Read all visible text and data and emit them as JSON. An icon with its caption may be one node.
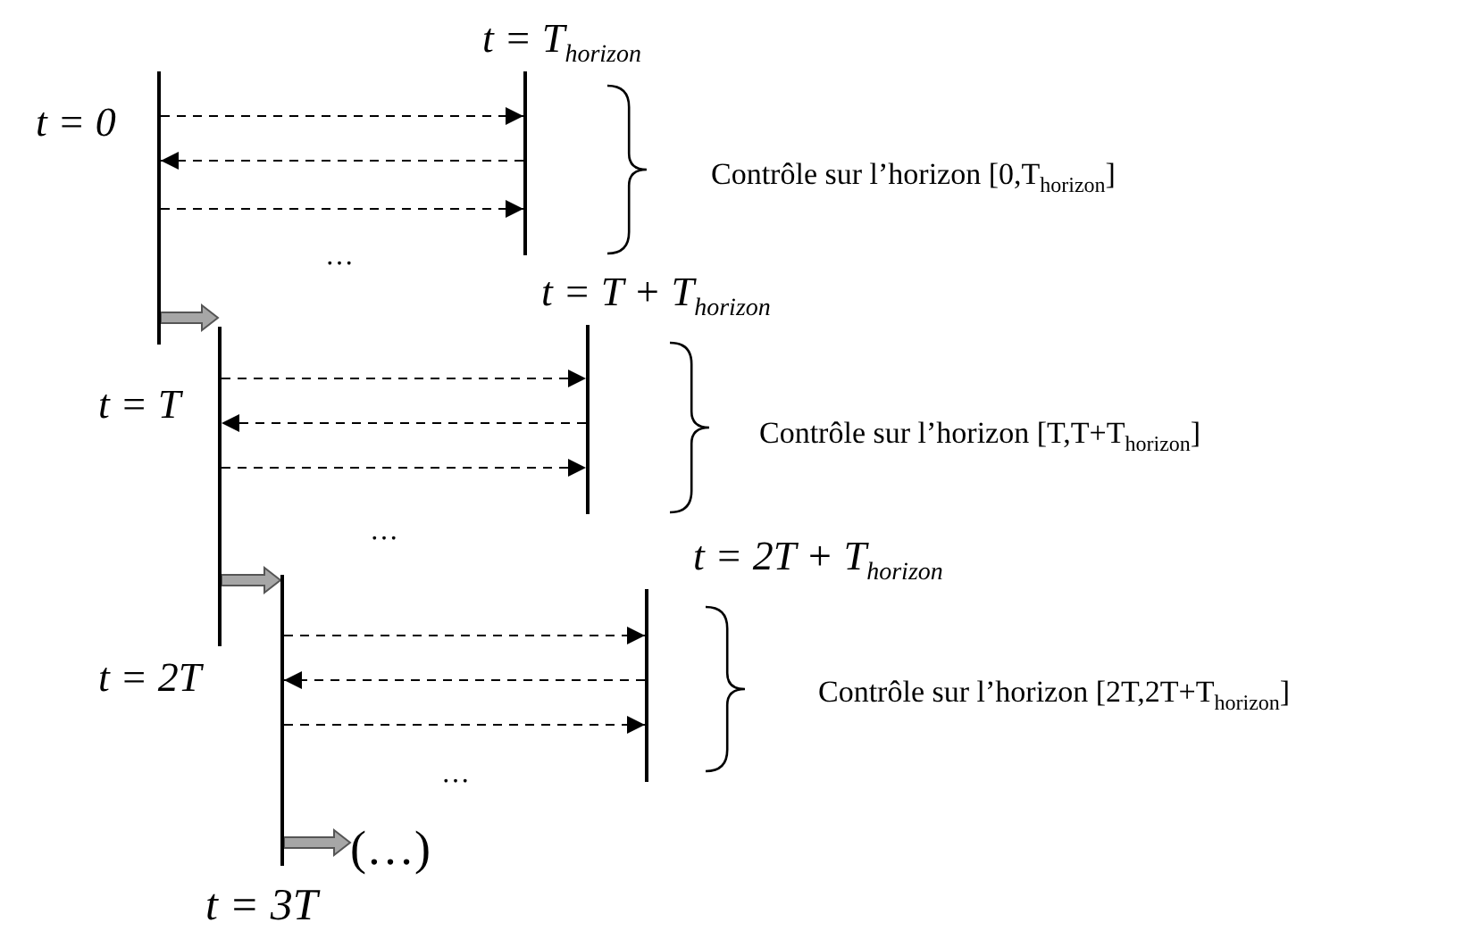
{
  "diagram": {
    "nodes": [
      {
        "text": [
          "t = 0"
        ]
      },
      {
        "text": [
          "t = T$_{horizon}$"
        ]
      },
      {
        "text": [
          "t = T"
        ]
      },
      {
        "text": [
          "t = T + T$_{horizon}$"
        ]
      },
      {
        "text": [
          "t = 2T"
        ]
      },
      {
        "text": [
          "t = 2T + T$_{horizon}$"
        ]
      },
      {
        "text": [
          "(…)"
        ]
      }
    ],
    "edges": [
      {
        "from": 0,
        "to": 1,
        "arrow": "to",
        "style": "dashed"
      },
      {
        "from": 1,
        "to": 0,
        "arrow": "to",
        "style": "dashed"
      },
      {
        "from": 0,
        "to": 1,
        "arrow": "to",
        "style": "dashed"
      },
      {
        "from": 2,
        "to": 3,
        "arrow": "to",
        "style": "dashed"
      },
      {
        "from": 3,
        "to": 2,
        "arrow": "to",
        "style": "dashed"
      },
      {
        "from": 2,
        "to": 3,
        "arrow": "to",
        "style": "dashed"
      },
      {
        "from": 4,
        "to": 5,
        "arrow": "to",
        "style": "dashed"
      },
      {
        "from": 5,
        "to": 4,
        "arrow": "to",
        "style": "dashed"
      },
      {
        "from": 4,
        "to": 5,
        "arrow": "to",
        "style": "dashed"
      },
      {
        "from": 0,
        "to": 2,
        "arrow": "to",
        "style": "thick",
        "color": "#a6a6a6"
      },
      {
        "from": 2,
        "to": 4,
        "arrow": "to",
        "style": "thick",
        "color": "#a6a6a6"
      },
      {
        "from": 4,
        "to": 6,
        "arrow": "to",
        "style": "thick",
        "color": "#a6a6a6"
      }
    ],
    "labels": [
      "…",
      "Contrôle sur l’horizon [0,T$_{horizon}$]",
      "…",
      "Contrôle sur l’horizon [T,T+T$_{horizon}$]",
      "…",
      "Contrôle sur l’horizon [2T,2T+T$_{horizon}$]",
      "t = 3T"
    ]
  }
}
